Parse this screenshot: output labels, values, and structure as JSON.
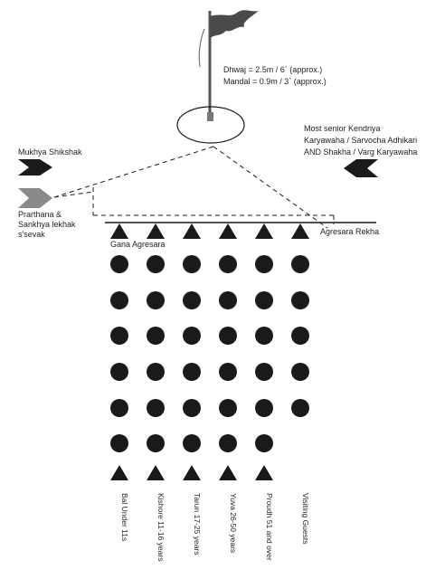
{
  "flag": {
    "dhwaj": "Dhwaj = 2.5m / 6` (approx.)",
    "mandal": "Mandal = 0.9m / 3` (approx.)"
  },
  "labels": {
    "mukhya_shikshak": "Mukhya Shikshak",
    "prarthana_line1": "Prarthana &",
    "prarthana_line2": "Sankhya lekhak",
    "prarthana_line3": "s'sevak",
    "senior_line1": "Most senior Kendriya",
    "senior_line2": "Karyawaha / Sarvocha Adhikari",
    "senior_line3": "AND Shakha / Varg Karyawaha",
    "agresara_rekha": "Agresara Rekha",
    "gana_agresara": "Gana Agresara"
  },
  "columns": [
    {
      "label": "Bal  Under 11s",
      "circles": 6
    },
    {
      "label": "Kishore  11-16 years",
      "circles": 6
    },
    {
      "label": "Tarun  17-25 years",
      "circles": 6
    },
    {
      "label": "Yuva  26-50 years",
      "circles": 6
    },
    {
      "label": "Proudh  51 and over",
      "circles": 6
    },
    {
      "label": "Visiting Guests",
      "circles": 5
    }
  ],
  "colors": {
    "ink": "#1a1a1a",
    "grey_arrow": "#8a8a8a"
  }
}
